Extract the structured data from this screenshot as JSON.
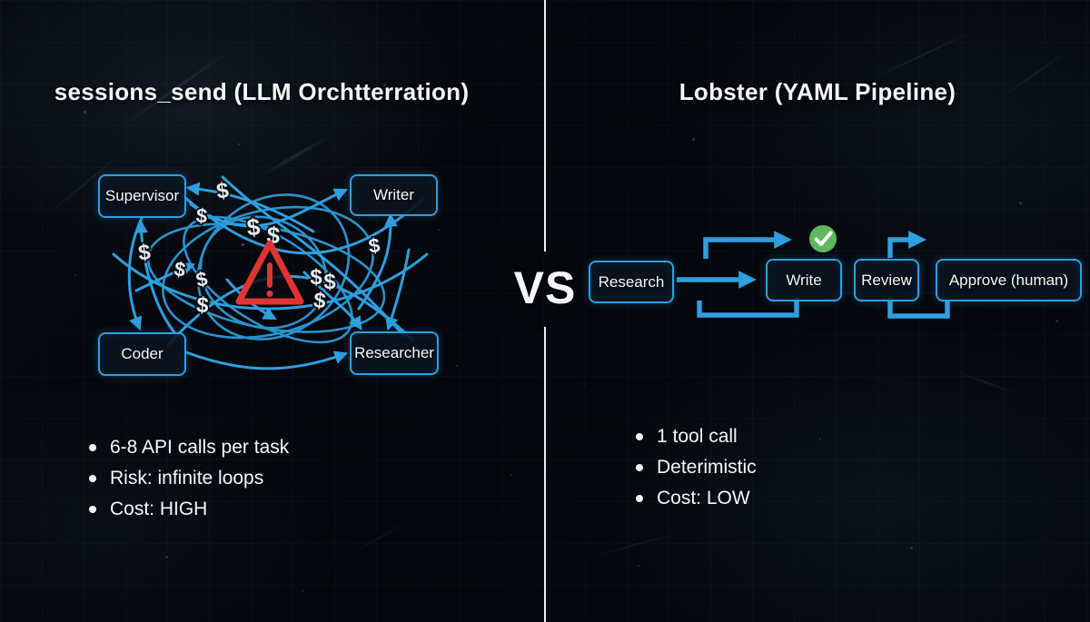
{
  "left_panel": {
    "title": "sessions_send (LLM Orchtterration)",
    "nodes": {
      "supervisor": "Supervisor",
      "writer": "Writer",
      "coder": "Coder",
      "researcher": "Researcher"
    },
    "dollar_symbol": "$",
    "bullets": [
      "6-8 API calls per task",
      "Risk: infinite loops",
      "Cost: HIGH"
    ]
  },
  "divider": {
    "vs_label": "VS"
  },
  "right_panel": {
    "title": "Lobster (YAML Pipeline)",
    "nodes": {
      "research": "Research",
      "write": "Write",
      "review": "Review",
      "approve": "Approve (human)"
    },
    "bullets": [
      "1 tool call",
      "Deterimistic",
      "Cost: LOW"
    ]
  },
  "colors": {
    "accent_blue": "#2E9FDF",
    "warning_red": "#E23333",
    "success_green": "#5CB85C",
    "text_white": "#F5F7FA",
    "background": "#05080D",
    "divider_white": "#EDF1F6"
  }
}
